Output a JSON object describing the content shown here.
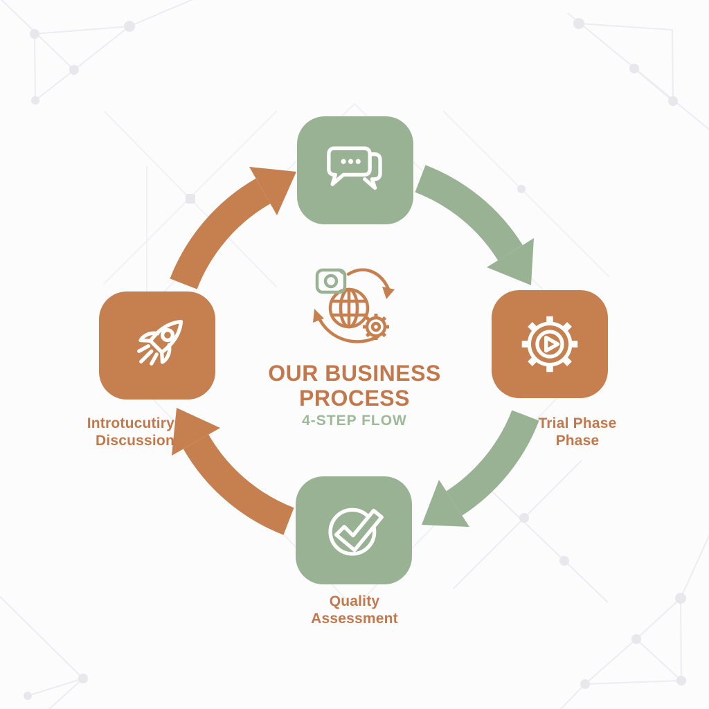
{
  "palette": {
    "bg": "#fcfcfd",
    "green": "#9ab294",
    "orange": "#c6804f",
    "text-orange": "#c3784c",
    "subtitle-green": "#9dba97",
    "icon-stroke": "#ffffff"
  },
  "center": {
    "title_line1": "OUR BUSINESS",
    "title_line2": "PROCESS",
    "subtitle": "4-STEP FLOW",
    "emblem_icons": [
      "camera-icon",
      "globe-icon",
      "sync-arrows-icon",
      "gear-icon"
    ]
  },
  "steps": [
    {
      "position": "top",
      "icon": "chat-bubbles-icon",
      "color": "green",
      "label_line1": "",
      "label_line2": ""
    },
    {
      "position": "right",
      "icon": "gear-play-icon",
      "color": "orange",
      "label_line1": "Trial Phase",
      "label_line2": "Phase"
    },
    {
      "position": "bottom",
      "icon": "check-circle-icon",
      "color": "green",
      "label_line1": "Quality",
      "label_line2": "Assessment"
    },
    {
      "position": "left",
      "icon": "rocket-icon",
      "color": "orange",
      "label_line1": "Introtucutiry",
      "label_line2": "Discussion"
    }
  ],
  "arrows": [
    {
      "from": "top",
      "to": "right",
      "color": "green"
    },
    {
      "from": "right",
      "to": "bottom",
      "color": "green"
    },
    {
      "from": "bottom",
      "to": "left",
      "color": "orange"
    },
    {
      "from": "left",
      "to": "top",
      "color": "orange"
    }
  ]
}
